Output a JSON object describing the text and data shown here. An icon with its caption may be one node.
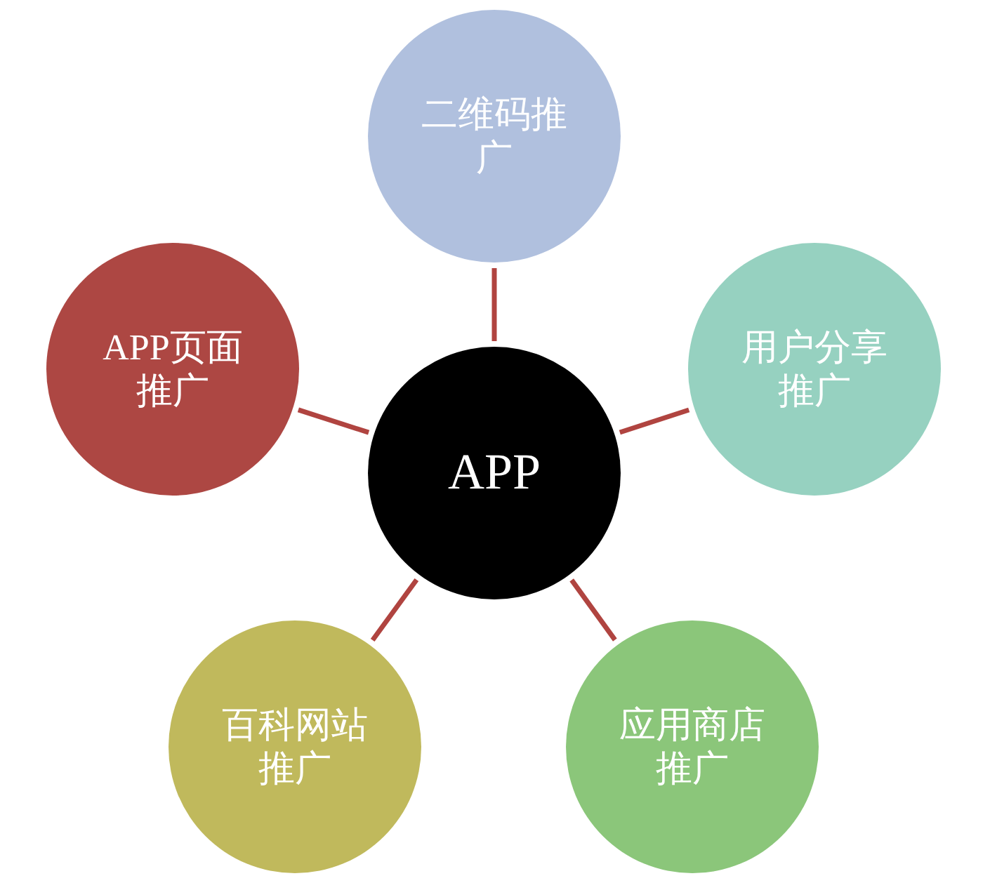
{
  "diagram": {
    "nodes": [
      {
        "text": [
          "二维码推广"
        ]
      },
      {
        "text": [
          "APP页面推广"
        ]
      },
      {
        "text": [
          "用户分享推广"
        ]
      },
      {
        "text": [
          "APP"
        ]
      },
      {
        "text": [
          "百科网站推广"
        ]
      },
      {
        "text": [
          "应用商店推广"
        ]
      }
    ],
    "edges": [
      {
        "from": 3,
        "to": 0,
        "arrow": "none"
      },
      {
        "from": 3,
        "to": 1,
        "arrow": "none"
      },
      {
        "from": 3,
        "to": 2,
        "arrow": "none"
      },
      {
        "from": 3,
        "to": 4,
        "arrow": "none"
      },
      {
        "from": 3,
        "to": 5,
        "arrow": "none"
      }
    ]
  }
}
